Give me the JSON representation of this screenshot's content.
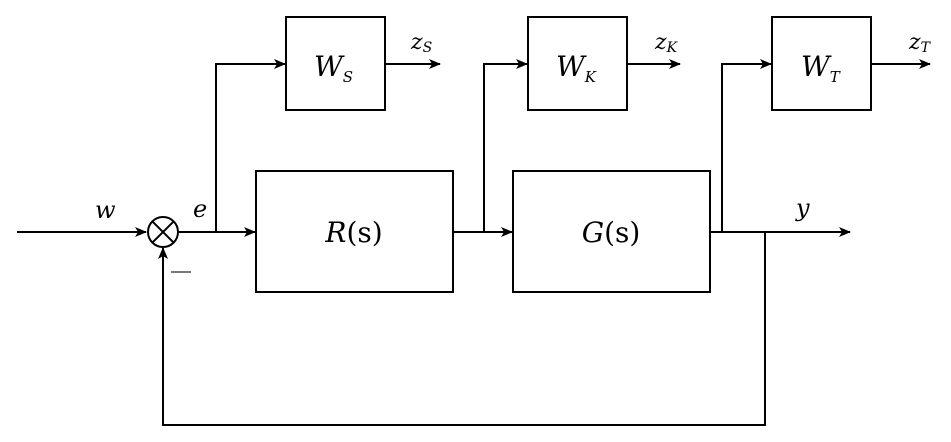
{
  "diagram": {
    "type": "block-diagram",
    "signals": {
      "input": "w",
      "error": "e",
      "output": "y",
      "feedback_sign": "—"
    },
    "blocks": {
      "controller": {
        "name": "R",
        "arg": "(s)"
      },
      "plant": {
        "name": "G",
        "arg": "(s)"
      },
      "weight_s": {
        "name": "W",
        "sub": "S"
      },
      "weight_k": {
        "name": "W",
        "sub": "K"
      },
      "weight_t": {
        "name": "W",
        "sub": "T"
      }
    },
    "performance_outputs": {
      "z_s": {
        "name": "z",
        "sub": "S"
      },
      "z_k": {
        "name": "z",
        "sub": "K"
      },
      "z_t": {
        "name": "z",
        "sub": "T"
      }
    },
    "summing_junction": {
      "symbol": "⊗"
    },
    "colors": {
      "stroke": "#000000",
      "minus_sign": "#777777",
      "background": "#ffffff"
    }
  }
}
